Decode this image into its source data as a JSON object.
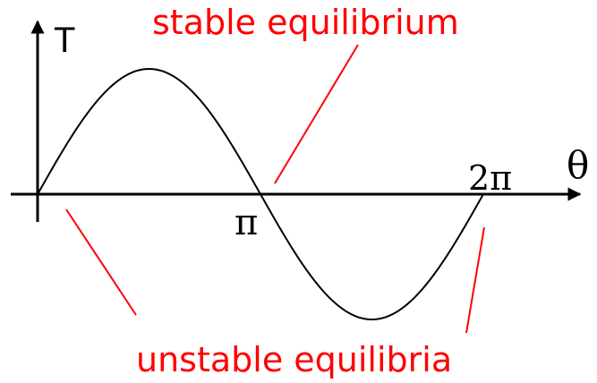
{
  "diagram": {
    "y_axis_label": "T",
    "x_axis_label": "θ",
    "tick_pi": "π",
    "tick_two_pi": "2π",
    "stable_label": "stable equilibrium",
    "unstable_label": "unstable equilibria"
  },
  "colors": {
    "curve": "#000000",
    "annotation": "#ff0000"
  }
}
